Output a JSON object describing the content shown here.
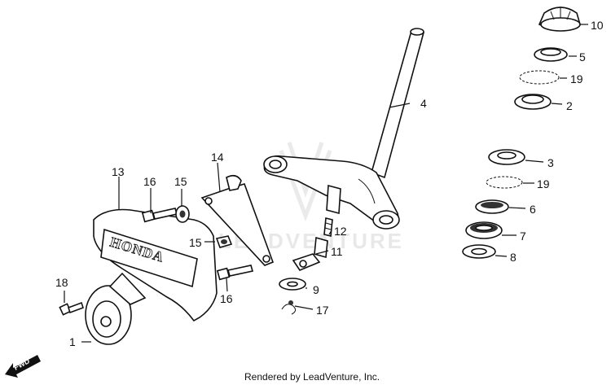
{
  "callouts": {
    "p1": "1",
    "p2": "2",
    "p3": "3",
    "p4": "4",
    "p5": "5",
    "p6": "6",
    "p7": "7",
    "p8": "8",
    "p9": "9",
    "p10": "10",
    "p11": "11",
    "p12": "12",
    "p13": "13",
    "p14": "14",
    "p15a": "15",
    "p15b": "15",
    "p16a": "16",
    "p16b": "16",
    "p17": "17",
    "p18": "18",
    "p19a": "19",
    "p19b": "19"
  },
  "emblem_text": "HONDA",
  "fwd_label": "FWD",
  "watermark": "LEADVENTURE",
  "credit": "Rendered by LeadVenture, Inc."
}
